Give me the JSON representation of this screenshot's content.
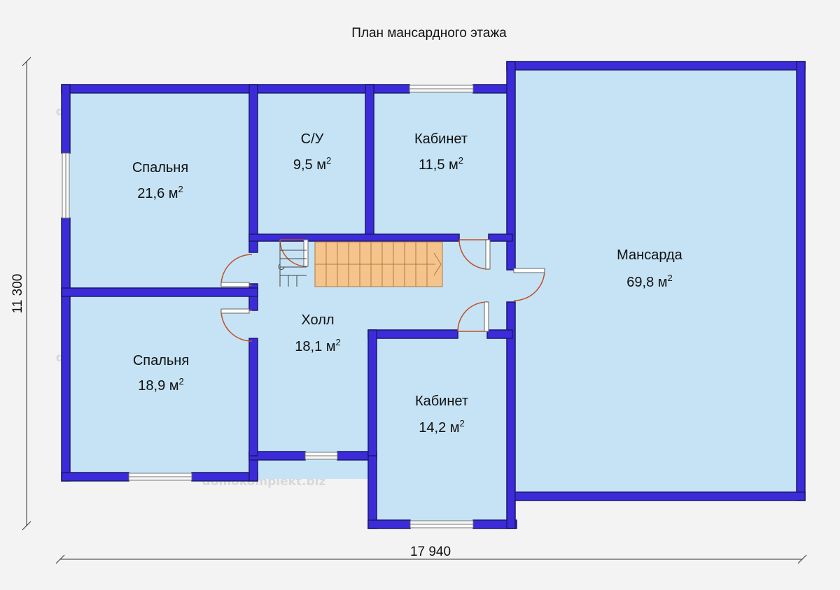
{
  "title": "План мансардного этажа",
  "dimensions": {
    "width": "17 940",
    "height": "11 300"
  },
  "rooms": [
    {
      "name": "Спальня",
      "area": "21,6 м",
      "sup": "2"
    },
    {
      "name": "С/У",
      "area": "9,5 м",
      "sup": "2"
    },
    {
      "name": "Кабинет",
      "area": "11,5 м",
      "sup": "2"
    },
    {
      "name": "Мансарда",
      "area": "69,8 м",
      "sup": "2"
    },
    {
      "name": "Холл",
      "area": "18,1 м",
      "sup": "2"
    },
    {
      "name": "Спальня",
      "area": "18,9 м",
      "sup": "2"
    },
    {
      "name": "Кабинет",
      "area": "14,2 м",
      "sup": "2"
    }
  ],
  "watermark": "domokomplekt.biz",
  "colors": {
    "wall": "#3c2bd9",
    "wall_edge": "#1a1a6a",
    "floor": "#c5e3f5",
    "door": "#c0502a",
    "stairs": "#f4c48c",
    "background": "#f3f3f3"
  }
}
